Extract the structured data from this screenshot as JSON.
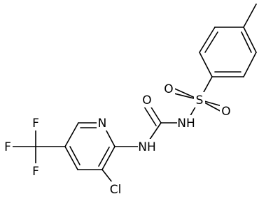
{
  "diagram": {
    "type": "chemical-structure",
    "atoms": {
      "n_pyridine": "N",
      "nh_left": "NH",
      "o_carbonyl": "O",
      "nh_right": "NH",
      "s": "S",
      "o_s_upper": "O",
      "o_s_lower": "O",
      "cl": "Cl",
      "f_top": "F",
      "f_left": "F",
      "f_bottom": "F"
    }
  }
}
